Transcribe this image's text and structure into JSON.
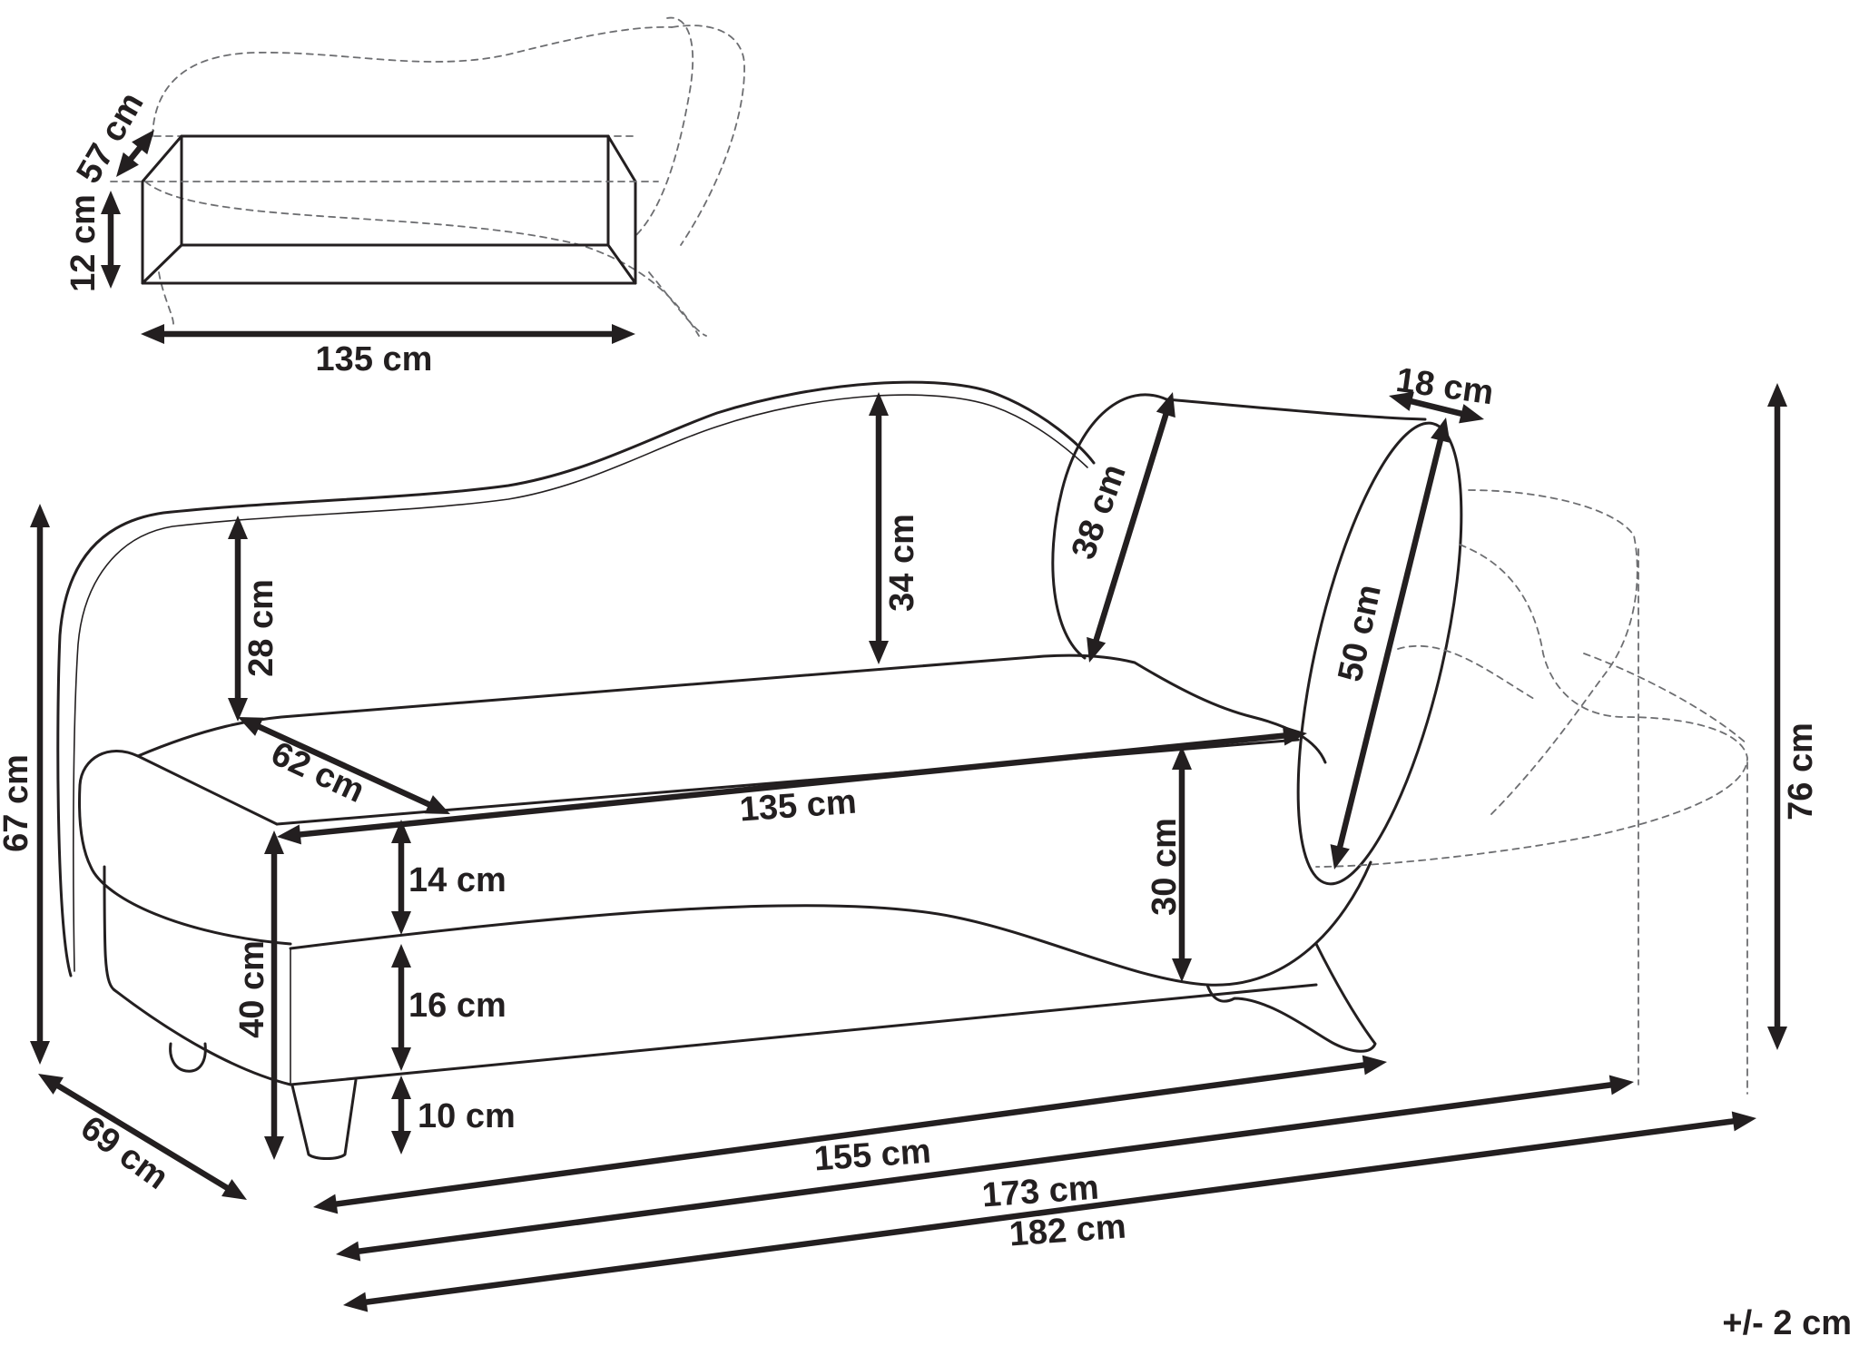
{
  "storage_box": {
    "depth": "57 cm",
    "height": "12 cm",
    "width": "135 cm"
  },
  "pillow": {
    "depth": "18 cm",
    "width": "38 cm",
    "length": "50 cm"
  },
  "sofa": {
    "backrest_height_left": "28 cm",
    "backrest_height_mid": "34 cm",
    "seat_depth": "62 cm",
    "seat_length": "135 cm",
    "seat_cushion": "14 cm",
    "base_height": "16 cm",
    "leg_height": "10 cm",
    "seat_height": "40 cm",
    "back_height": "67 cm",
    "depth_total": "69 cm",
    "front_height": "30 cm",
    "total_height": "76 cm",
    "length_1": "155 cm",
    "length_2": "173 cm",
    "length_3": "182 cm"
  },
  "tolerance": "+/- 2 cm"
}
